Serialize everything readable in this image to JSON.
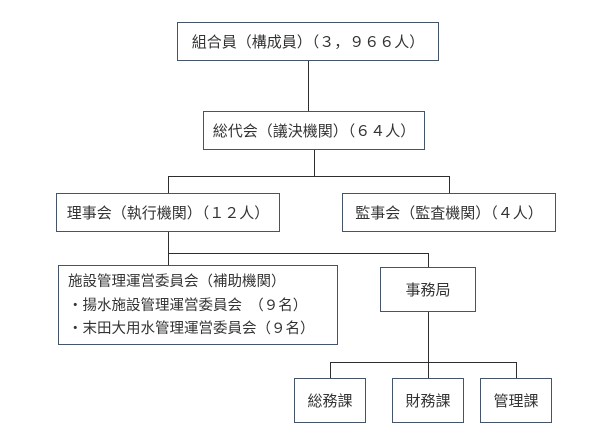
{
  "colors": {
    "background": "#ffffff",
    "box_border": "#44546A",
    "connector": "#2e2e2e",
    "text": "#333333"
  },
  "org_chart": {
    "type": "organization-chart",
    "nodes": {
      "members": {
        "label": "組合員（構成員）（３，９６６人）"
      },
      "general_assembly": {
        "label": "総代会（議決機関）（６４人）"
      },
      "board_of_directors": {
        "label": "理事会（執行機関）（１２人）"
      },
      "auditors": {
        "label": "監事会（監査機関）（４人）"
      },
      "facility_committee": {
        "lines": [
          "施設管理運営委員会（補助機関）",
          "・揚水施設管理運営委員会　（９名）",
          "・末田大用水管理運営委員会（９名）"
        ]
      },
      "secretariat": {
        "label": "事務局"
      },
      "general_affairs_section": {
        "label": "総務課"
      },
      "finance_section": {
        "label": "財務課"
      },
      "administration_section": {
        "label": "管理課"
      }
    },
    "edges": [
      "members -> general_assembly",
      "general_assembly -> board_of_directors",
      "general_assembly -> auditors",
      "board_of_directors -> facility_committee",
      "board_of_directors -> secretariat",
      "secretariat -> general_affairs_section",
      "secretariat -> finance_section",
      "secretariat -> administration_section"
    ]
  }
}
